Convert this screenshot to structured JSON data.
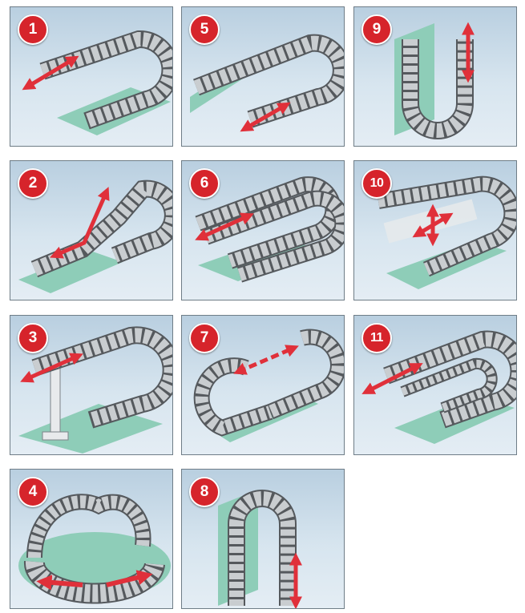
{
  "accent": "#d6242b",
  "chain_color": "#8c9094",
  "mount_color": "#8ecdb8",
  "panels": [
    {
      "number": "1",
      "icon": "horizontal-chain-icon"
    },
    {
      "number": "5",
      "icon": "long-travel-chain-icon"
    },
    {
      "number": "9",
      "icon": "vertical-hanging-chain-icon"
    },
    {
      "number": "2",
      "icon": "rising-chain-icon"
    },
    {
      "number": "6",
      "icon": "side-by-side-chains-icon"
    },
    {
      "number": "10",
      "icon": "multi-axis-chain-icon"
    },
    {
      "number": "3",
      "icon": "supported-chain-icon"
    },
    {
      "number": "7",
      "icon": "opposed-chains-icon"
    },
    {
      "number": "11",
      "icon": "nested-chains-icon"
    },
    {
      "number": "4",
      "icon": "rotary-chain-icon"
    },
    {
      "number": "8",
      "icon": "vertical-standing-chain-icon"
    }
  ]
}
